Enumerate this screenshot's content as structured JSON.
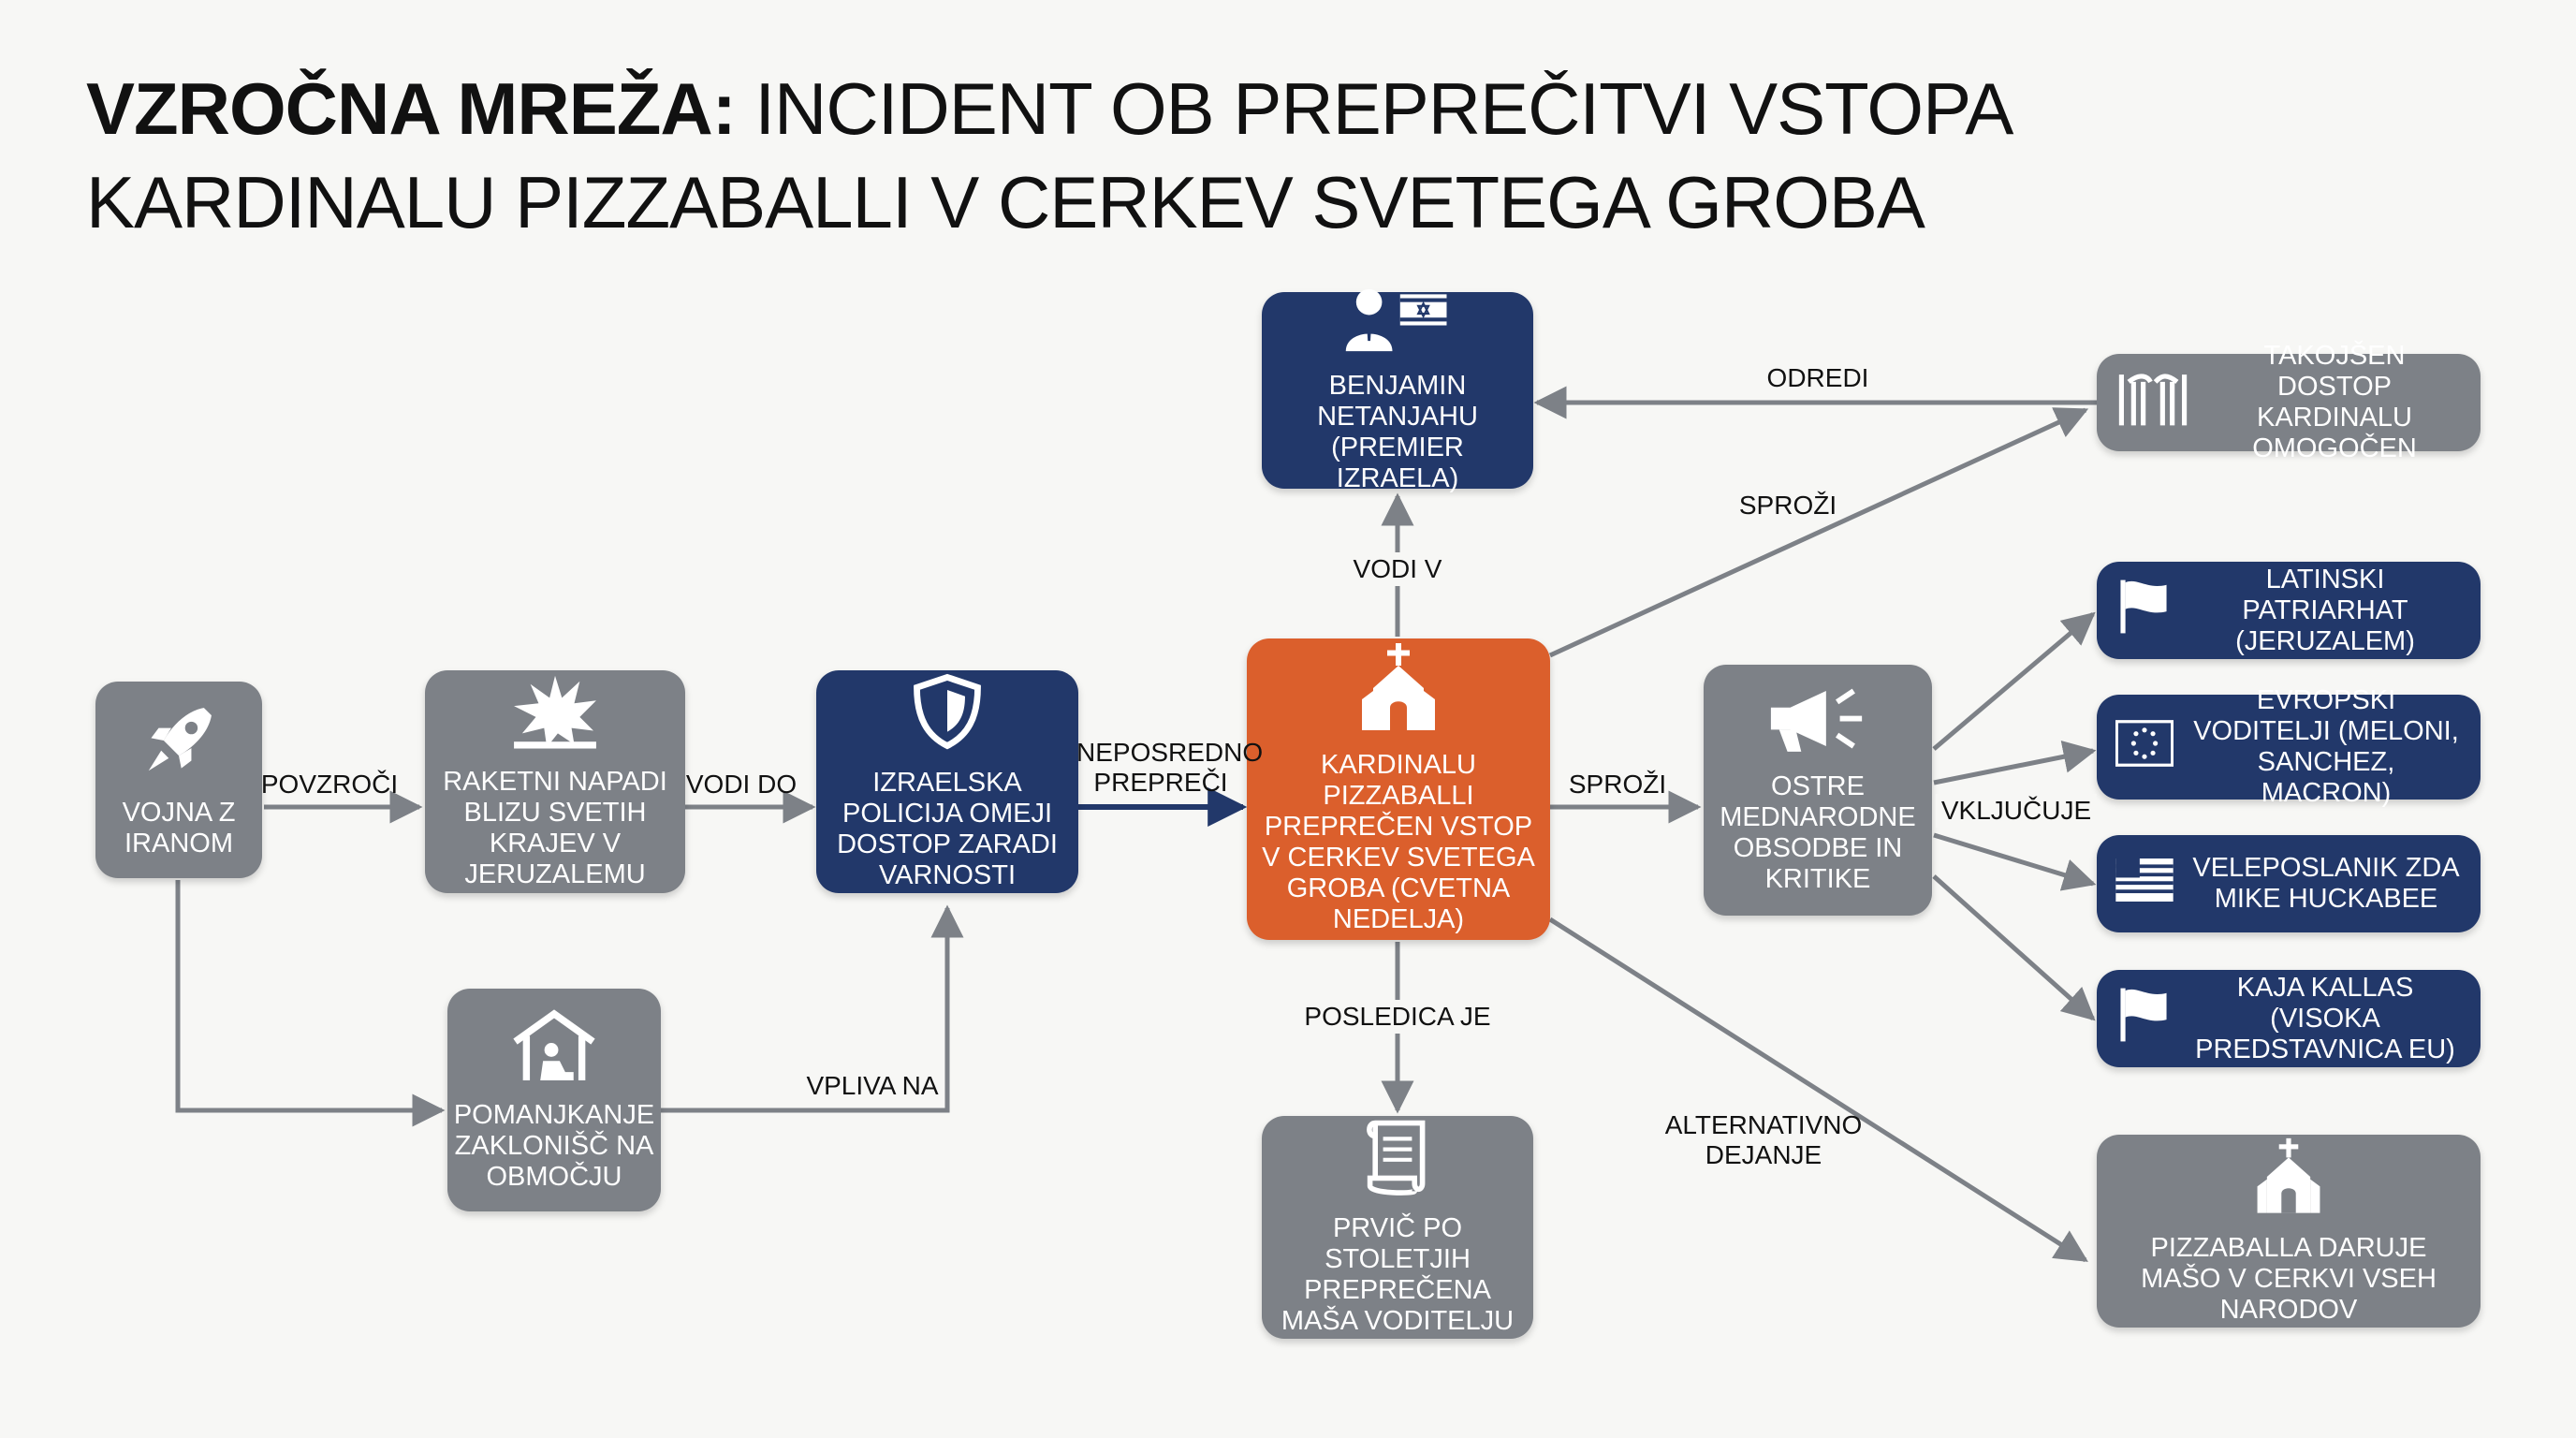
{
  "title": {
    "bold": "VZROČNA MREŽA:",
    "rest": " INCIDENT OB PREPREČITVI VSTOPA",
    "line2": "KARDINALU PIZZABALLI V CERKEV SVETEGA GROBA"
  },
  "nodes": {
    "vojna": "VOJNA Z IRANOM",
    "raketni": "RAKETNI NAPADI BLIZU SVETIH KRAJEV V JERUZALEMU",
    "pomanjkanje": "POMANJKANJE ZAKLONIŠČ NA OBMOČJU",
    "policija": "IZRAELSKA POLICIJA OMEJI DOSTOP ZARADI VARNOSTI",
    "kardinal": "KARDINALU PIZZABALLI PREPREČEN VSTOP V CERKEV SVETEGA GROBA (CVETNA NEDELJA)",
    "netanjahu": "BENJAMIN NETANJAHU (PREMIER IZRAELA)",
    "prvic": "PRVIČ PO STOLETJIH PREPREČENA MAŠA VODITELJU",
    "obsodbe": "OSTRE MEDNARODNE OBSODBE IN KRITIKE",
    "takojsen": "TAKOJŠEN DOSTOP KARDINALU OMOGOČEN",
    "latinski": "LATINSKI PATRIARHAT (JERUZALEM)",
    "evropski": "EVROPSKI VODITELJI (MELONI, SANCHEZ, MACRON)",
    "veleposlanik": "VELEPOSLANIK ZDA MIKE HUCKABEE",
    "kallas": "KAJA KALLAS (VISOKA PREDSTAVNICA EU)",
    "masa": "PIZZABALLA DARUJE MAŠO V CERKVI VSEH NARODOV"
  },
  "edge_labels": {
    "povzroci": "POVZROČI",
    "vodi_do": "VODI DO",
    "neposredno": "NEPOSREDNO PREPREČI",
    "vpliva_na": "VPLIVA NA",
    "vodi_v": "VODI V",
    "posledica": "POSLEDICA JE",
    "sprozi1": "SPROŽI",
    "sprozi2": "SPROŽI",
    "odredi": "ODREDI",
    "vkljucuje": "VKLJUČUJE",
    "alternativno": "ALTERNATIVNO DEJANJE"
  },
  "colors": {
    "gray": "#7d8187",
    "navy": "#22386a",
    "orange": "#db5f2c",
    "arrow_gray": "#7d8187",
    "arrow_navy": "#22386a"
  },
  "icons": [
    "rocket-icon",
    "explosion-icon",
    "shelter-icon",
    "shield-icon",
    "church-icon",
    "person-flag-icon",
    "scroll-icon",
    "megaphone-icon",
    "gate-icon",
    "flag-icon",
    "eu-flag-icon",
    "us-flag-icon"
  ]
}
